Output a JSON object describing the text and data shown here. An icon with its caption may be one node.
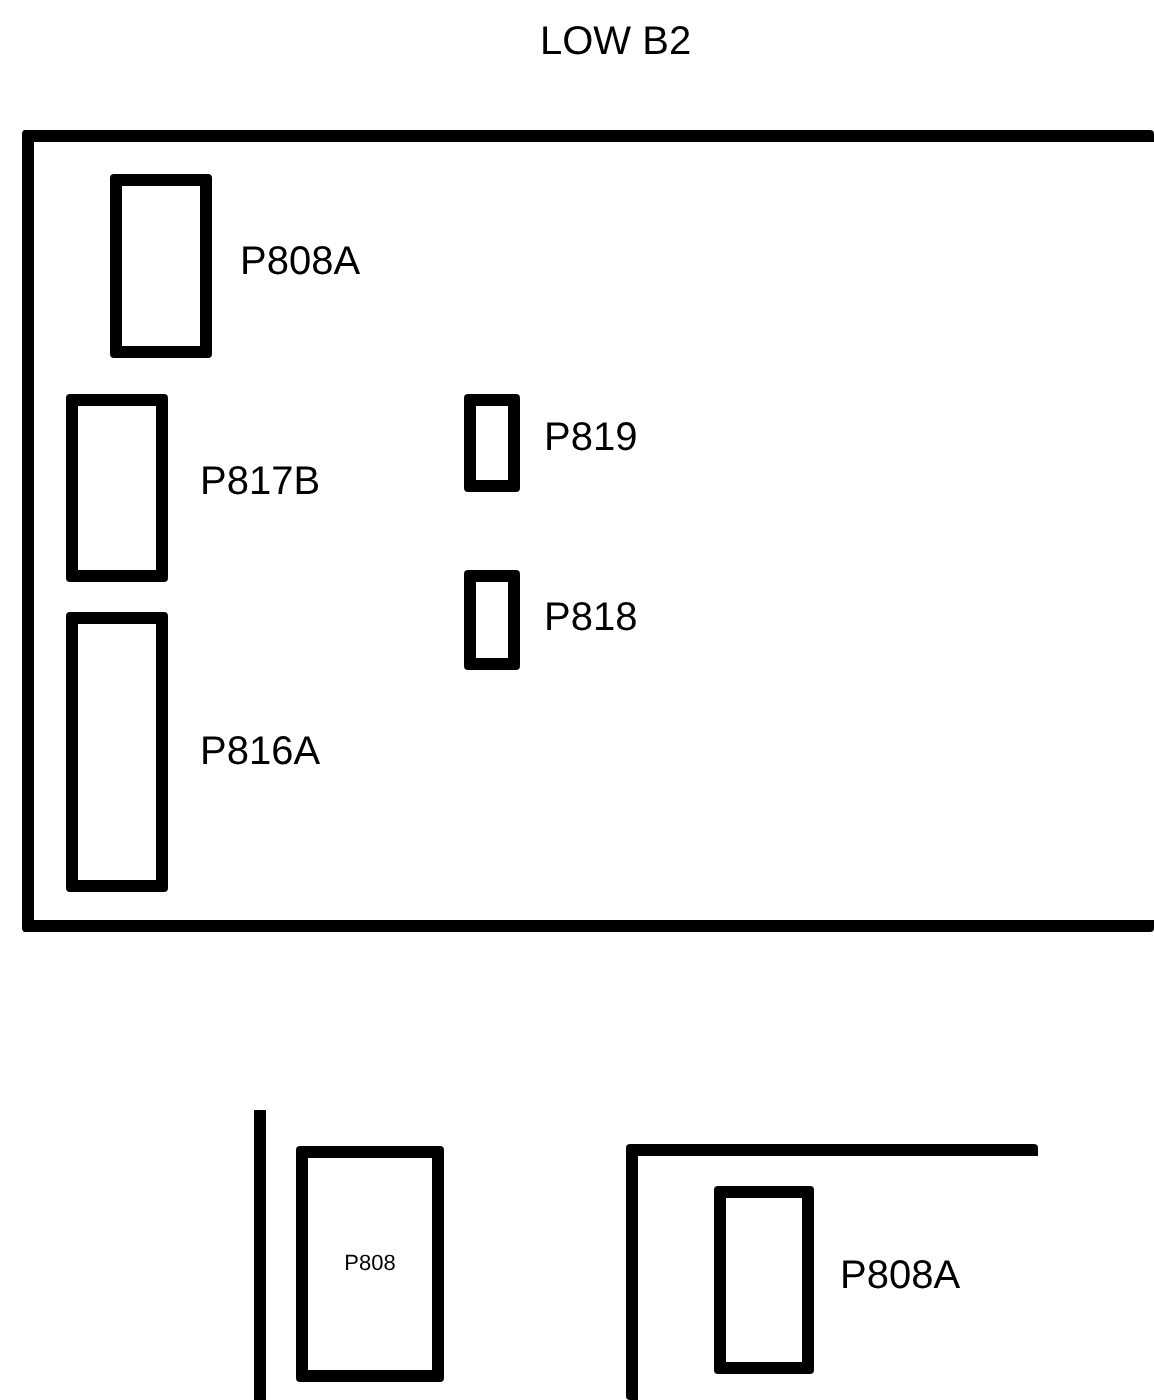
{
  "diagram": {
    "title": "LOW B2",
    "nodes": [
      {
        "text": [],
        "shape": "box"
      },
      {
        "text": [],
        "shape": "box",
        "in": 0,
        "beside": [
          "P808A"
        ]
      },
      {
        "text": [],
        "shape": "box",
        "in": 0,
        "beside": [
          "P817B"
        ]
      },
      {
        "text": [],
        "shape": "box",
        "in": 0,
        "beside": [
          "P816A"
        ]
      },
      {
        "text": [],
        "shape": "box",
        "in": 0,
        "beside": [
          "P819"
        ]
      },
      {
        "text": [],
        "shape": "box",
        "in": 0,
        "beside": [
          "P818"
        ]
      },
      {
        "text": [
          "P808"
        ]
      },
      {
        "text": [],
        "shape": "box"
      },
      {
        "text": [],
        "shape": "box",
        "in": 7,
        "beside": [
          "P808A"
        ]
      }
    ]
  }
}
